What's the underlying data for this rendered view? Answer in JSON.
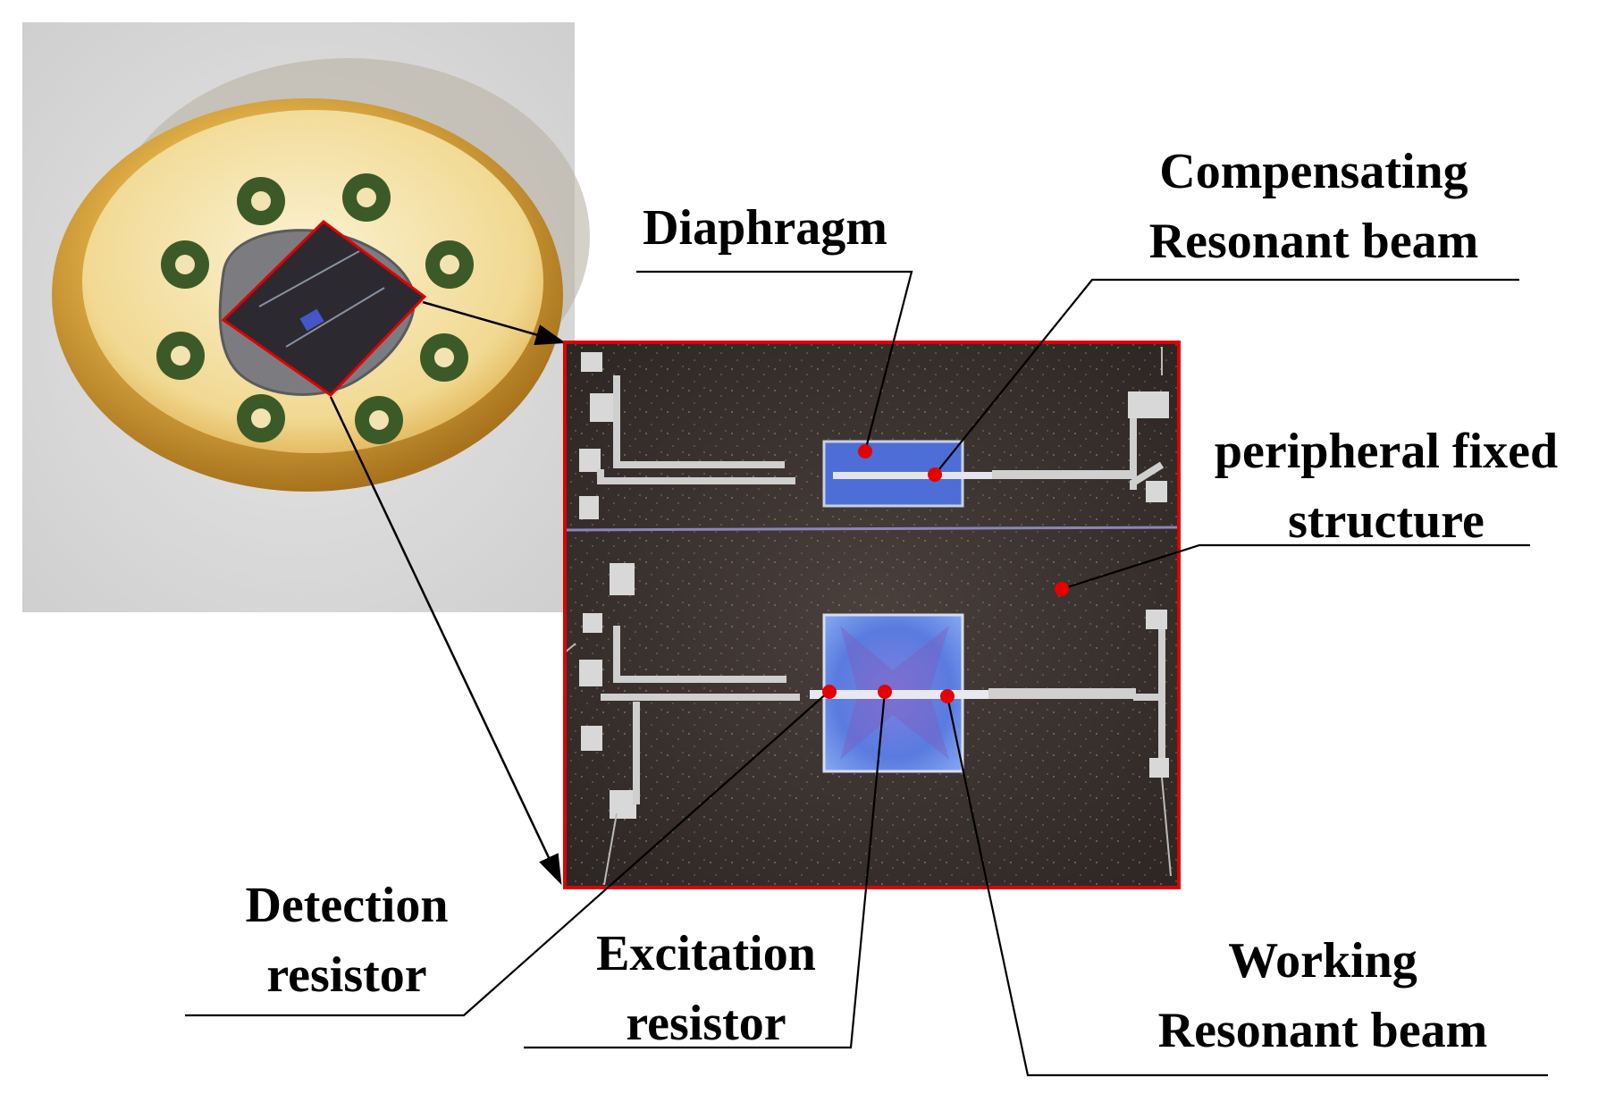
{
  "labels": {
    "diaphragm": "Diaphragm",
    "compensating_beam": {
      "line1": "Compensating",
      "line2": "Resonant beam"
    },
    "peripheral_structure": {
      "line1": "peripheral fixed",
      "line2": "structure"
    },
    "detection_resistor": {
      "line1": "Detection",
      "line2": "resistor"
    },
    "excitation_resistor": {
      "line1": "Excitation",
      "line2": "resistor"
    },
    "working_beam": {
      "line1": "Working",
      "line2": "Resonant beam"
    }
  },
  "colors": {
    "highlight_red": "#e00000",
    "marker_red": "#e60000",
    "die_background": "#3a3330",
    "diaphragm_blue": "#4f6fd8",
    "gold": "#d9a93c",
    "line": "#000000"
  }
}
